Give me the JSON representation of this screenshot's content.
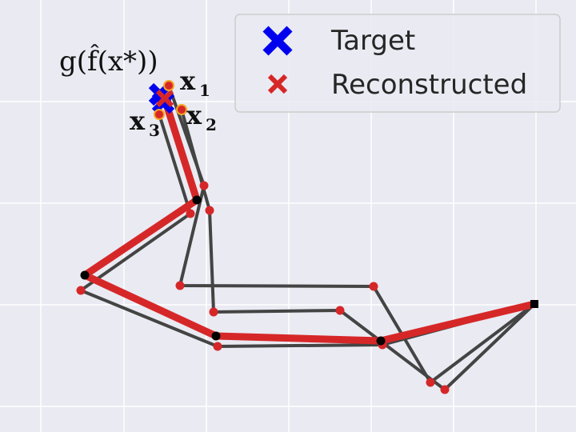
{
  "chart_data": {
    "type": "diagram",
    "grid": true,
    "annotations": {
      "main_label": "g(f̂(x*))",
      "x1": "x",
      "x1_sub": "1",
      "x2": "x",
      "x2_sub": "2",
      "x3": "x",
      "x3_sub": "3"
    },
    "legend": {
      "placement": "top-right",
      "entries": [
        {
          "label": "Target",
          "marker": "cross",
          "color": "#0000ee"
        },
        {
          "label": "Reconstructed",
          "marker": "cross",
          "color": "#d62728"
        }
      ]
    },
    "colors": {
      "background": "#eaeaf2",
      "grid": "#ffffff",
      "chain_gray": "#444444",
      "reconstructed": "#d62728",
      "joint": "#000000",
      "target": "#0000ee"
    }
  }
}
